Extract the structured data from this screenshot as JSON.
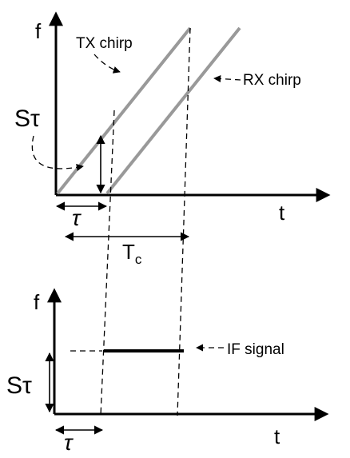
{
  "diagram": {
    "top": {
      "axis_f": "f",
      "axis_t": "t",
      "tx_label": "TX chirp",
      "rx_label": "RX chirp",
      "s_tau": "Sτ",
      "tau": "τ",
      "tc": "T",
      "tc_sub": "c"
    },
    "bottom": {
      "axis_f": "f",
      "axis_t": "t",
      "if_label": "IF signal",
      "s_tau": "Sτ",
      "tau": "τ"
    }
  }
}
